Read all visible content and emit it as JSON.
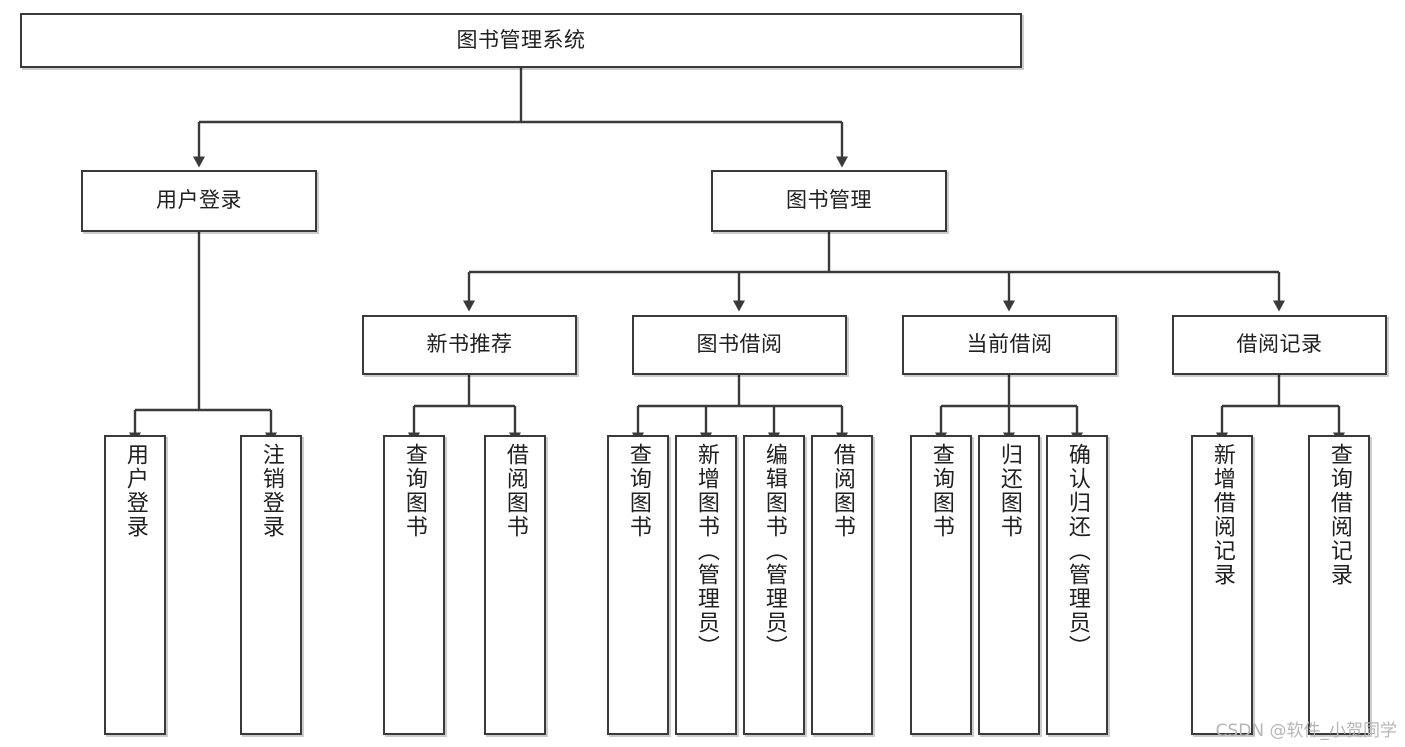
{
  "diagram": {
    "title": "图书管理系统",
    "type": "tree-hierarchy-chart",
    "root": {
      "id": "root",
      "label": "图书管理系统"
    },
    "level2": [
      {
        "id": "login",
        "label": "用户登录"
      },
      {
        "id": "bookmgmt",
        "label": "图书管理"
      }
    ],
    "level3": [
      {
        "id": "newbook",
        "label": "新书推荐",
        "parent": "bookmgmt"
      },
      {
        "id": "borrow",
        "label": "图书借阅",
        "parent": "bookmgmt"
      },
      {
        "id": "current",
        "label": "当前借阅",
        "parent": "bookmgmt"
      },
      {
        "id": "record",
        "label": "借阅记录",
        "parent": "bookmgmt"
      }
    ],
    "leaves": {
      "login": [
        {
          "id": "leaf-user-login",
          "label": "用户登录"
        },
        {
          "id": "leaf-user-logout",
          "label": "注销登录"
        }
      ],
      "newbook": [
        {
          "id": "leaf-nb-query",
          "label": "查询图书"
        },
        {
          "id": "leaf-nb-borrow",
          "label": "借阅图书"
        }
      ],
      "borrow": [
        {
          "id": "leaf-bw-query",
          "label": "查询图书"
        },
        {
          "id": "leaf-bw-add",
          "label": "新增图书（管理员）"
        },
        {
          "id": "leaf-bw-edit",
          "label": "编辑图书（管理员）"
        },
        {
          "id": "leaf-bw-borrow",
          "label": "借阅图书"
        }
      ],
      "current": [
        {
          "id": "leaf-cur-query",
          "label": "查询图书"
        },
        {
          "id": "leaf-cur-return",
          "label": "归还图书"
        },
        {
          "id": "leaf-cur-confirm",
          "label": "确认归还（管理员）"
        }
      ],
      "record": [
        {
          "id": "leaf-rec-add",
          "label": "新增借阅记录"
        },
        {
          "id": "leaf-rec-query",
          "label": "查询借阅记录"
        }
      ]
    }
  },
  "watermark": {
    "text": "CSDN @软件_小贺同学"
  },
  "colors": {
    "stroke": "#3a3a3a",
    "text": "#202020",
    "background": "#ffffff",
    "watermark": "#b6b6b6"
  }
}
